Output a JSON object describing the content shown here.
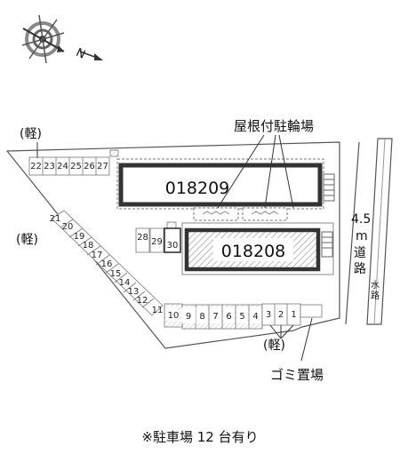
{
  "compass": {
    "north_letter": "N"
  },
  "buildings": {
    "main": {
      "id": "018209"
    },
    "secondary": {
      "id": "018208"
    }
  },
  "labels": {
    "roof_bike_parking": "屋根付駐輪場",
    "kei_top": "(軽)",
    "kei_left": "(軽)",
    "kei_bottom": "(軽)",
    "road_width": "4.5",
    "road_unit": "m",
    "road_kanji_1": "道",
    "road_kanji_2": "路",
    "waterway_1": "水",
    "waterway_2": "路",
    "garbage": "ゴミ置場",
    "footer": "※駐車場 12 台有り"
  },
  "slots": {
    "top_row": [
      "22",
      "23",
      "24",
      "25",
      "26",
      "27"
    ],
    "diagonal": [
      "21",
      "20",
      "19",
      "18",
      "17",
      "16",
      "15",
      "14",
      "13",
      "12",
      "11"
    ],
    "middle": [
      "28",
      "29",
      "30"
    ],
    "bottom_row": [
      "10",
      "9",
      "8",
      "7",
      "6",
      "5",
      "4",
      "3",
      "2",
      "1"
    ]
  },
  "colors": {
    "line": "#555555",
    "building": "#333333",
    "hatch": "#999999"
  }
}
